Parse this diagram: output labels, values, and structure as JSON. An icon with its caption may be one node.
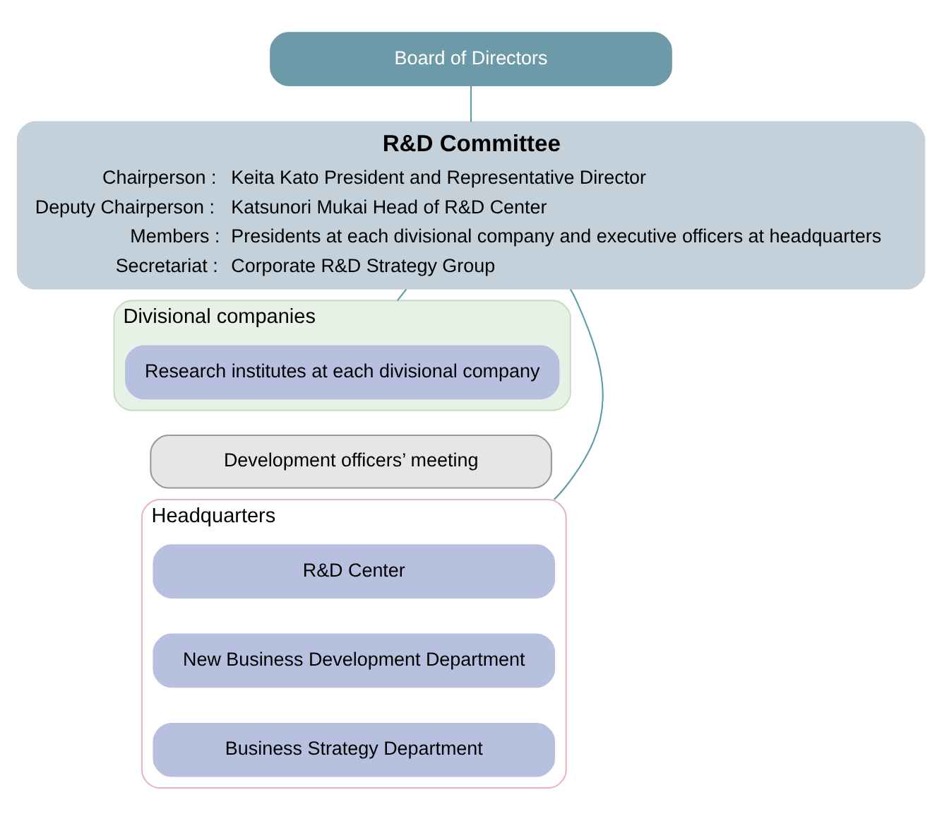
{
  "diagram": {
    "nodes": [
      {
        "text": [
          "Board of Directors"
        ]
      },
      {
        "text": [
          "R&D Committee",
          "Chairperson :",
          "Keita Kato President and Representative Director",
          "Deputy Chairperson :",
          "Katsunori Mukai Head of R&D Center",
          "Members :",
          "Presidents at each divisional company and executive officers at headquarters",
          "Secretariat :",
          "Corporate R&D Strategy Group"
        ]
      },
      {
        "text": [
          "Divisional companies"
        ]
      },
      {
        "text": [
          "Research institutes at each divisional company"
        ],
        "in": 2
      },
      {
        "text": [
          "Headquarters"
        ]
      },
      {
        "text": [
          "R&D Center"
        ],
        "in": 4
      },
      {
        "text": [
          "New Business Development Department"
        ],
        "in": 4
      },
      {
        "text": [
          "Business Strategy Department"
        ],
        "in": 4
      },
      {
        "text": [
          "Development officers’ meeting"
        ]
      }
    ],
    "edges": [
      {
        "from": 0,
        "to": 1,
        "arrow": "none"
      },
      {
        "from": 1,
        "to": 2,
        "arrow": "none"
      },
      {
        "from": 1,
        "to": 4,
        "arrow": "none"
      }
    ]
  }
}
